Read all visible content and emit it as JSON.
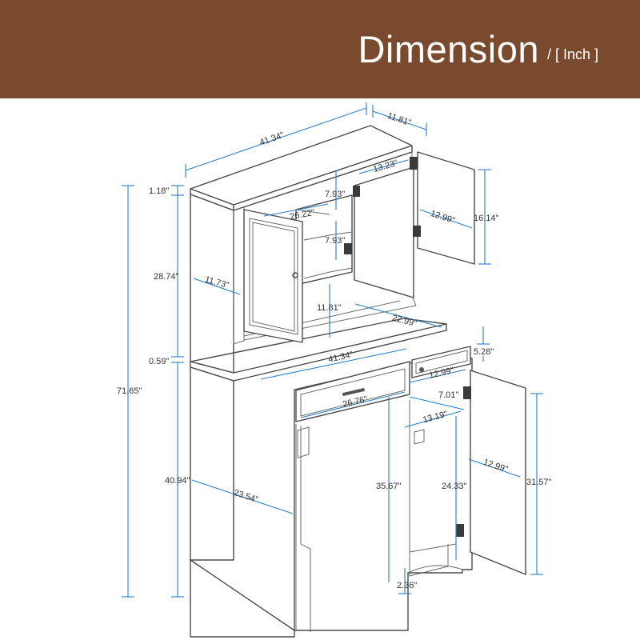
{
  "header": {
    "title": "Dimension",
    "unit": "/ [ Inch ]"
  },
  "colors": {
    "banner": "#7a4a2f",
    "dimension_line": "#2a7fc8",
    "outline": "#4a4a4a"
  },
  "dimensions": {
    "top_width": "41.34\"",
    "top_depth": "11.81\"",
    "upper_door_width": "13.23\"",
    "top_thickness": "1.18\"",
    "inner_shelf_height_1": "7.93\"",
    "inner_shelf_height_2": "7.93\"",
    "inner_shelf_width": "26.22\"",
    "upper_door_panel_width": "12.99\"",
    "upper_door_height": "16.14\"",
    "hutch_height": "28.74\"",
    "hutch_side_depth": "11.73\"",
    "hutch_gap_height": "11.81\"",
    "hutch_inner_width": "22.99\"",
    "counter_thickness": "0.59\"",
    "counter_width": "41.34\"",
    "drawer_height": "5.28\"",
    "drawer_width": "12.99\"",
    "total_height": "71.65\"",
    "large_drawer_width": "26.76\"",
    "small_drawer_depth": "7.01\"",
    "cabinet_inner_width": "13.19\"",
    "base_height": "40.94\"",
    "base_depth": "23.54\"",
    "lower_door_width": "12.99\"",
    "open_space_height": "35.67\"",
    "cabinet_inner_height": "24.33\"",
    "lower_door_height": "31.57\"",
    "bottom_clearance": "2.36\""
  }
}
